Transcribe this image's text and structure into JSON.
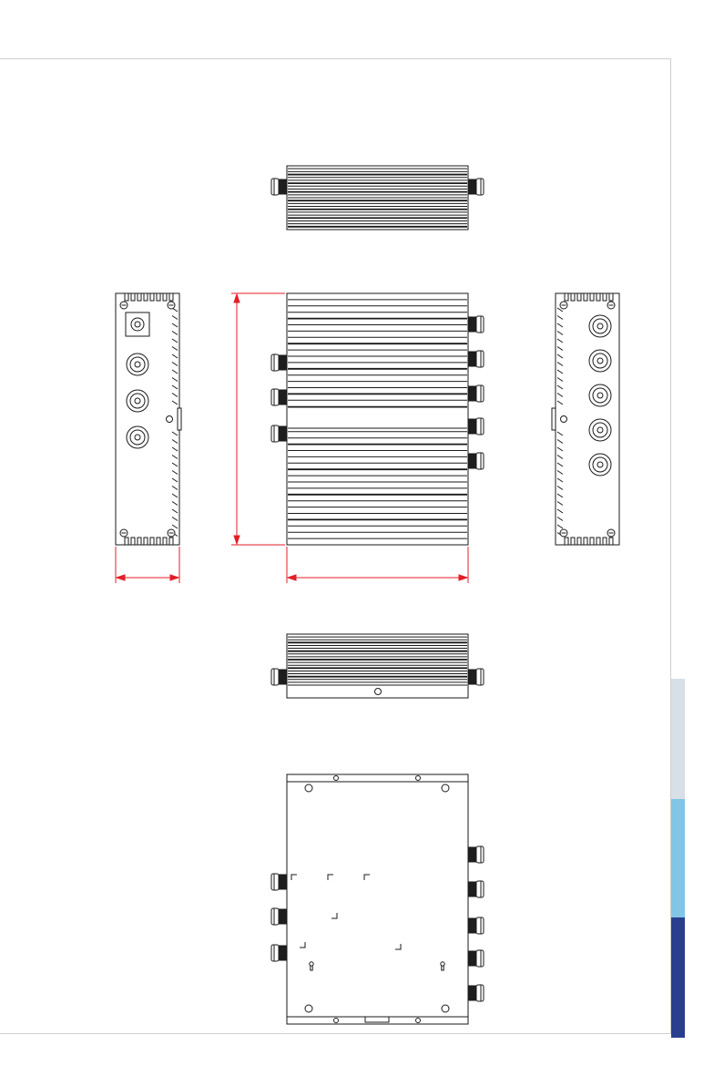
{
  "page": {
    "side_tabs": [
      {
        "color": "#d7dfe7"
      },
      {
        "color": "#82c5e5"
      },
      {
        "color": "#2a3e8e"
      }
    ]
  },
  "drawing": {
    "line_color": "#1a1a1a",
    "dimension_color": "#e41e26",
    "views": [
      "top-view",
      "left-side-view",
      "front-view",
      "right-side-view",
      "bottom-view",
      "underside-view"
    ]
  }
}
